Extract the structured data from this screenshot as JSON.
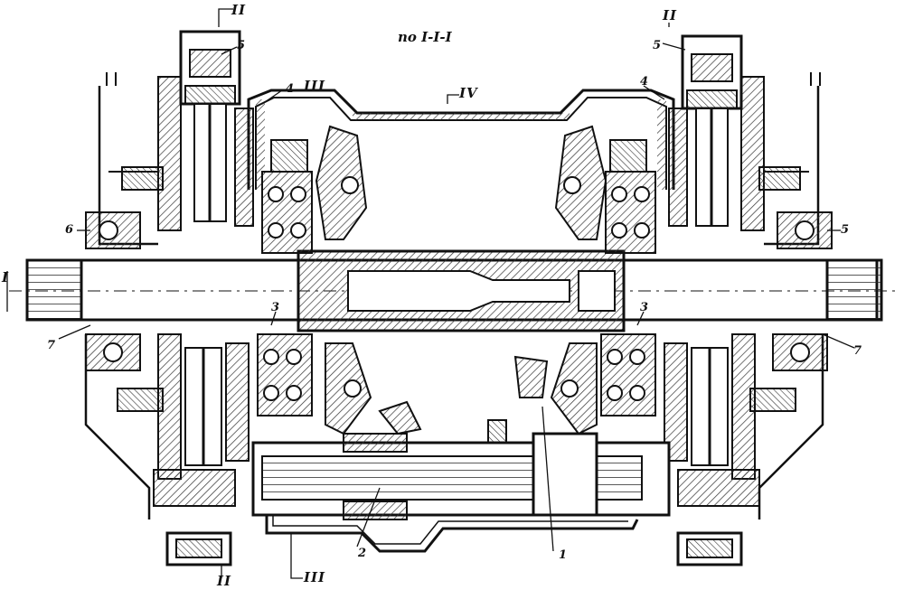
{
  "drawing": {
    "title": "по I-I-I",
    "colors": {
      "ink": "#111111",
      "paper": "#ffffff",
      "hatch": "#333333"
    }
  },
  "labels": {
    "I": "I",
    "II_top_left": "II",
    "II_top_right": "II",
    "II_bottom_left": "II",
    "III_top": "III",
    "III_bottom": "III",
    "IV": "IV",
    "n1": "1",
    "n2": "2",
    "n3_left": "3",
    "n3_right": "3",
    "n4_left": "4",
    "n4_right": "4",
    "n5_left": "5",
    "n5_right": "5",
    "n5_side": "5",
    "n6": "6",
    "n7_left": "7",
    "n7_right": "7"
  }
}
